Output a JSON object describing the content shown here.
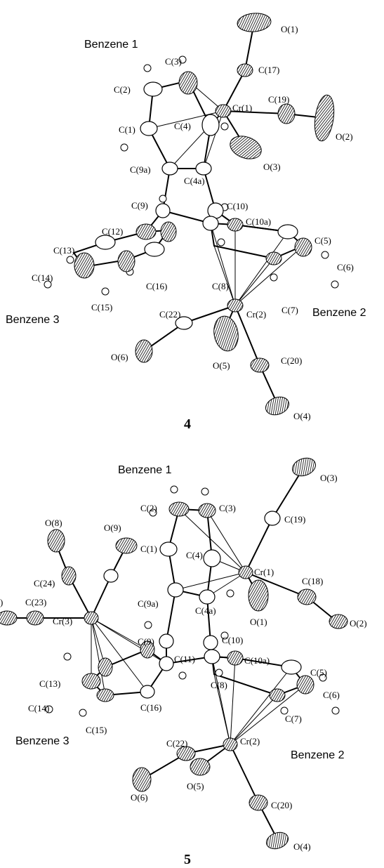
{
  "structure_4": {
    "number": "4",
    "rings": {
      "benzene1": "Benzene 1",
      "benzene2": "Benzene 2",
      "benzene3": "Benzene 3"
    },
    "atoms": {
      "O1": "O(1)",
      "C17": "C(17)",
      "C3": "C(3)",
      "C2": "C(2)",
      "C19": "C(19)",
      "Cr1": "Cr(1)",
      "C1": "C(1)",
      "C4": "C(4)",
      "O2": "O(2)",
      "O3": "O(3)",
      "C9a": "C(9a)",
      "C4a": "C(4a)",
      "C9": "C(9)",
      "C10": "C(10)",
      "C10a": "C(10a)",
      "C12": "C(12)",
      "C13": "C(13)",
      "C5": "C(5)",
      "C6": "C(6)",
      "C14": "C(14)",
      "C16": "C(16)",
      "C8": "C(8)",
      "C15": "C(15)",
      "C7": "C(7)",
      "C22": "C(22)",
      "Cr2": "Cr(2)",
      "O6": "O(6)",
      "C20": "C(20)",
      "O5": "O(5)",
      "O4": "O(4)"
    }
  },
  "structure_5": {
    "number": "5",
    "rings": {
      "benzene1": "Benzene 1",
      "benzene2": "Benzene 2",
      "benzene3": "Benzene 3"
    },
    "atoms": {
      "O3": "O(3)",
      "C2": "C(2)",
      "C3": "C(3)",
      "C19": "C(19)",
      "O8": "O(8)",
      "O9": "O(9)",
      "C1": "C(1)",
      "C4": "C(4)",
      "Cr1": "Cr(1)",
      "C18": "C(18)",
      "C24": "C(24)",
      "O2": "O(2)",
      "C9a": "C(9a)",
      "C4a": "C(4a)",
      "O1": "O(1)",
      "O7_partial": ")",
      "C23": "C(23)",
      "C9": "C(9)",
      "C10": "C(10)",
      "Cr3": "Cr(3)",
      "C10a": "C(10a)",
      "C11": "C(11)",
      "C5": "C(5)",
      "C13": "C(13)",
      "C8": "C(8)",
      "C6": "C(6)",
      "C14": "C(14)",
      "C16": "C(16)",
      "C7": "C(7)",
      "C15": "C(15)",
      "C22": "C(22)",
      "Cr2": "Cr(2)",
      "O6": "O(6)",
      "O5": "O(5)",
      "C20": "C(20)",
      "O4": "O(4)"
    }
  }
}
